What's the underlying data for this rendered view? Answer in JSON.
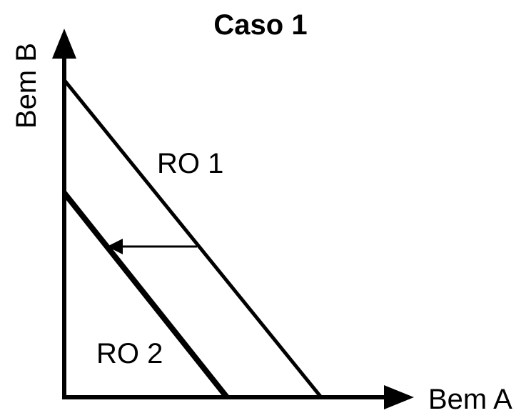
{
  "diagram": {
    "title": "Caso 1",
    "y_axis_label": "Bem B",
    "x_axis_label": "Bem A",
    "curves": [
      {
        "label": "RO 1"
      },
      {
        "label": "RO 2"
      }
    ],
    "colors": {
      "line": "#000000",
      "background": "#ffffff"
    },
    "shift_direction": "left"
  }
}
